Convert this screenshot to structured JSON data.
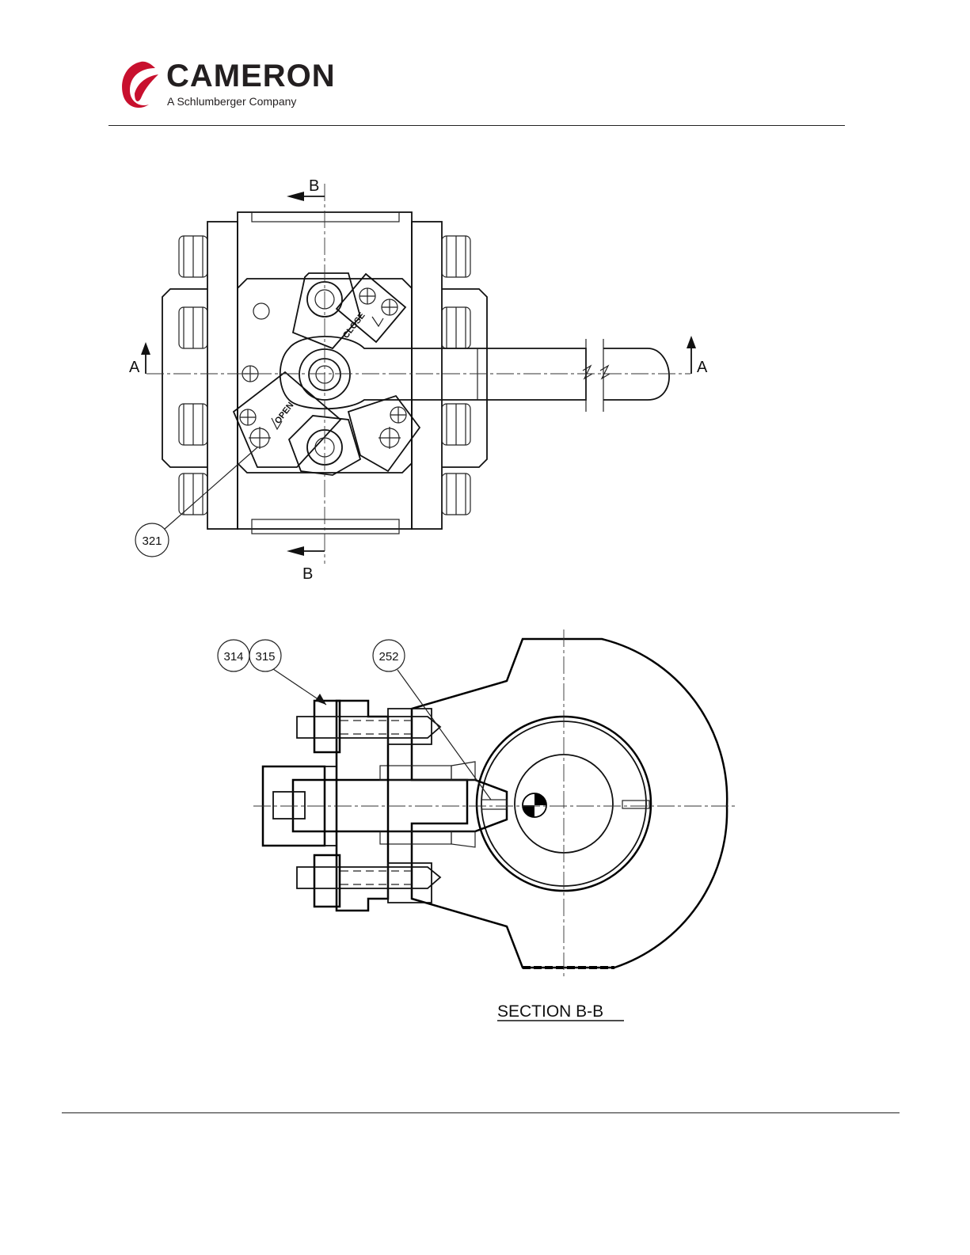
{
  "header": {
    "brand_name": "CAMERON",
    "brand_tagline": "A Schlumberger Company"
  },
  "top_view": {
    "section_marker_b_top": "B",
    "section_marker_b_bottom": "B",
    "section_marker_a_left": "A",
    "section_marker_a_right": "A",
    "label_close": "CLOSE",
    "label_open": "OPEN",
    "callout_321": "321"
  },
  "section_view": {
    "callout_314": "314",
    "callout_315": "315",
    "callout_252": "252",
    "title": "SECTION B-B"
  },
  "colors": {
    "brand_red": "#c8102e",
    "line": "#111111"
  }
}
